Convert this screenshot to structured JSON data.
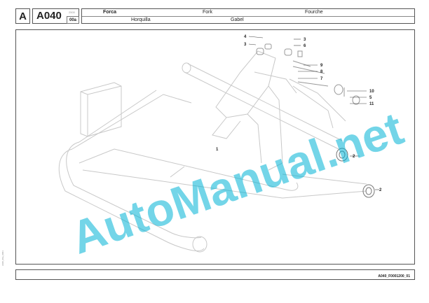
{
  "header": {
    "section_letter": "A",
    "code": "A040",
    "code_suffix": "00a",
    "code_small": "2500",
    "titles": {
      "it": "Forca",
      "en": "Fork",
      "fr": "Fourche",
      "es": "Horquilla",
      "de": "Gabel"
    }
  },
  "drawing": {
    "callouts": [
      "4",
      "3",
      "3",
      "6",
      "9",
      "8",
      "7",
      "10",
      "5",
      "11",
      "1",
      "2",
      "2"
    ],
    "side_id": "A040_00a_0001"
  },
  "watermark": "AutoManual.net",
  "footer": {
    "drawing_ref": "A040_F0001200_01"
  },
  "colors": {
    "line": "#c8c8c8",
    "outline": "#555555",
    "watermark": "#00b2d6"
  }
}
